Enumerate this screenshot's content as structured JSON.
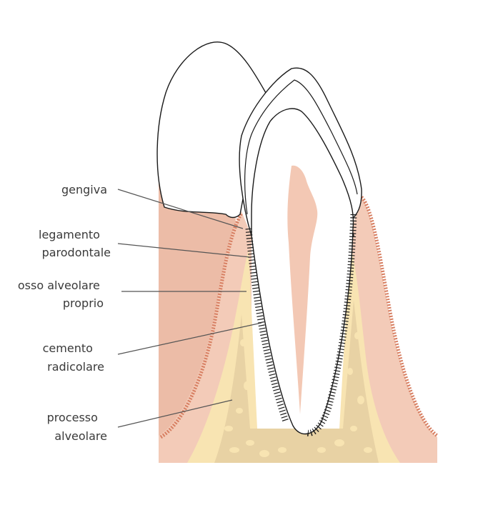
{
  "labels": {
    "gengiva": [
      "gengiva"
    ],
    "legamento": [
      "legamento",
      "parodontale"
    ],
    "osso": [
      "osso alveolare",
      "proprio"
    ],
    "cemento": [
      "cemento",
      "radicolare"
    ],
    "processo": [
      "processo",
      "alveolare"
    ]
  },
  "colors": {
    "gum": "#f2c9b6",
    "gum_dark": "#e9b39c",
    "gum_edge": "#d98063",
    "bone": "#f7e3b0",
    "bone_spongy": "#e6cfa0",
    "bone_hole": "#d9bd8c",
    "pulp": "#f3c7b3",
    "outline": "#1a1a1a",
    "leader": "#555555"
  }
}
